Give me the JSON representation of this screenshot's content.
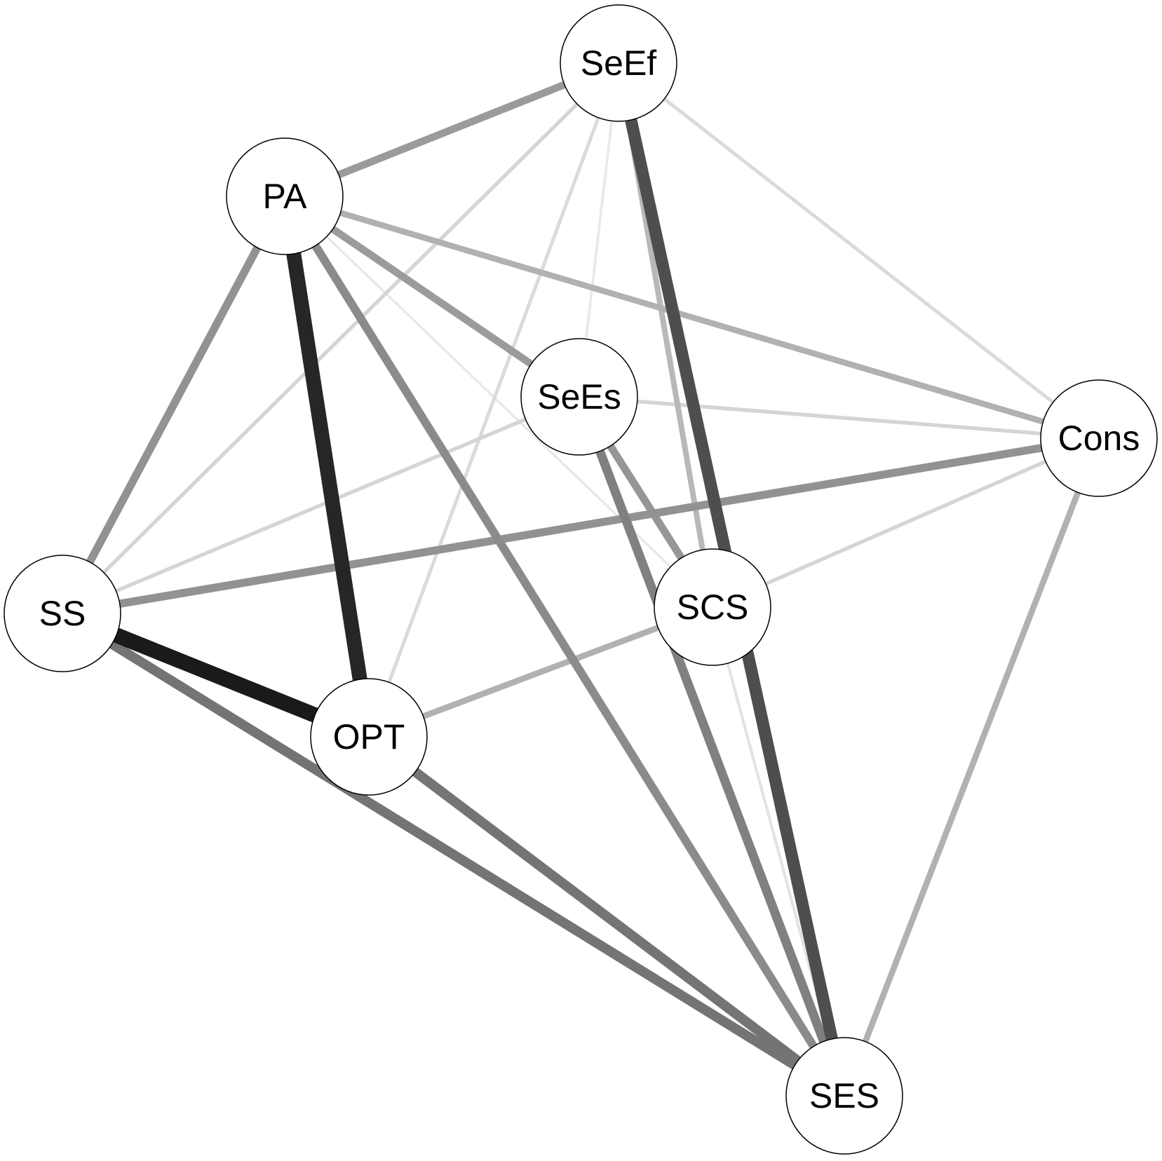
{
  "network": {
    "nodes": [
      {
        "id": "SeEf",
        "label": "SeEf"
      },
      {
        "id": "PA",
        "label": "PA"
      },
      {
        "id": "SeEs",
        "label": "SeEs"
      },
      {
        "id": "Cons",
        "label": "Cons"
      },
      {
        "id": "SS",
        "label": "SS"
      },
      {
        "id": "SCS",
        "label": "SCS"
      },
      {
        "id": "OPT",
        "label": "OPT"
      },
      {
        "id": "SES",
        "label": "SES"
      }
    ],
    "edges": [
      {
        "from": "SeEf",
        "to": "SeEs",
        "strength": 0.03
      },
      {
        "from": "PA",
        "to": "SCS",
        "strength": 0.03
      },
      {
        "from": "SCS",
        "to": "SES",
        "strength": 0.06
      },
      {
        "from": "SeEf",
        "to": "Cons",
        "strength": 0.1
      },
      {
        "from": "SeEf",
        "to": "OPT",
        "strength": 0.1
      },
      {
        "from": "SeEf",
        "to": "SS",
        "strength": 0.12
      },
      {
        "from": "SeEs",
        "to": "SS",
        "strength": 0.12
      },
      {
        "from": "SeEs",
        "to": "Cons",
        "strength": 0.12
      },
      {
        "from": "SCS",
        "to": "Cons",
        "strength": 0.12
      },
      {
        "from": "SeEf",
        "to": "SCS",
        "strength": 0.25
      },
      {
        "from": "PA",
        "to": "Cons",
        "strength": 0.28
      },
      {
        "from": "SCS",
        "to": "OPT",
        "strength": 0.28
      },
      {
        "from": "Cons",
        "to": "SES",
        "strength": 0.28
      },
      {
        "from": "SeEf",
        "to": "PA",
        "strength": 0.38
      },
      {
        "from": "PA",
        "to": "SeEs",
        "strength": 0.38
      },
      {
        "from": "SeEs",
        "to": "SCS",
        "strength": 0.4
      },
      {
        "from": "PA",
        "to": "SS",
        "strength": 0.42
      },
      {
        "from": "SS",
        "to": "Cons",
        "strength": 0.42
      },
      {
        "from": "PA",
        "to": "SES",
        "strength": 0.45
      },
      {
        "from": "SeEs",
        "to": "SES",
        "strength": 0.5
      },
      {
        "from": "SS",
        "to": "SES",
        "strength": 0.55
      },
      {
        "from": "OPT",
        "to": "SES",
        "strength": 0.55
      },
      {
        "from": "SeEf",
        "to": "SES",
        "strength": 0.72
      },
      {
        "from": "PA",
        "to": "OPT",
        "strength": 0.9
      },
      {
        "from": "SS",
        "to": "OPT",
        "strength": 0.95
      }
    ]
  }
}
